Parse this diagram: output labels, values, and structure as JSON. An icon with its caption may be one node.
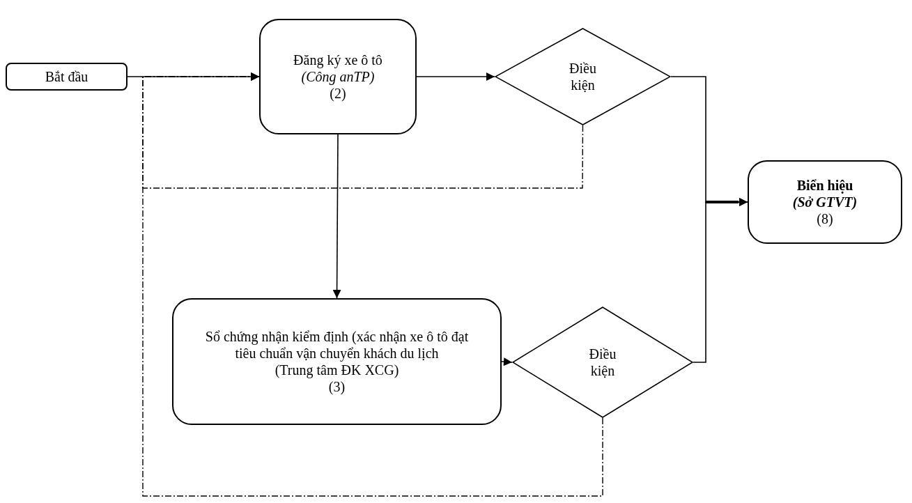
{
  "diagram": {
    "nodes": [
      {
        "text": [
          "Bắt đầu"
        ]
      },
      {
        "text": [
          "Đăng ký xe ô tô",
          "(Công anTP)",
          "(2)"
        ]
      },
      {
        "text": [
          "Điều kiện"
        ]
      },
      {
        "text": [
          "Biển hiệu",
          "(Sở GTVT)",
          "(8)"
        ]
      },
      {
        "text": [
          "Sổ chứng nhận kiểm định (xác nhận xe ô tô đạt tiêu chuẩn vận chuyển khách du lịch",
          "(Trung tâm ĐK XCG)",
          "(3)"
        ]
      },
      {
        "text": [
          "Điều kiện"
        ]
      }
    ],
    "edges": [
      {
        "from": 0,
        "to": 1,
        "arrow": "to"
      },
      {
        "from": 1,
        "to": 2,
        "arrow": "to"
      },
      {
        "from": 1,
        "to": 4,
        "arrow": "to"
      },
      {
        "from": 4,
        "to": 5,
        "arrow": "to"
      },
      {
        "from": 2,
        "to": 3,
        "arrow": "to"
      },
      {
        "from": 5,
        "to": 3,
        "arrow": "to"
      },
      {
        "from": 2,
        "to": 1,
        "arrow": "to",
        "style": "dashed"
      },
      {
        "from": 5,
        "to": 1,
        "arrow": "to",
        "style": "dashed"
      }
    ]
  }
}
